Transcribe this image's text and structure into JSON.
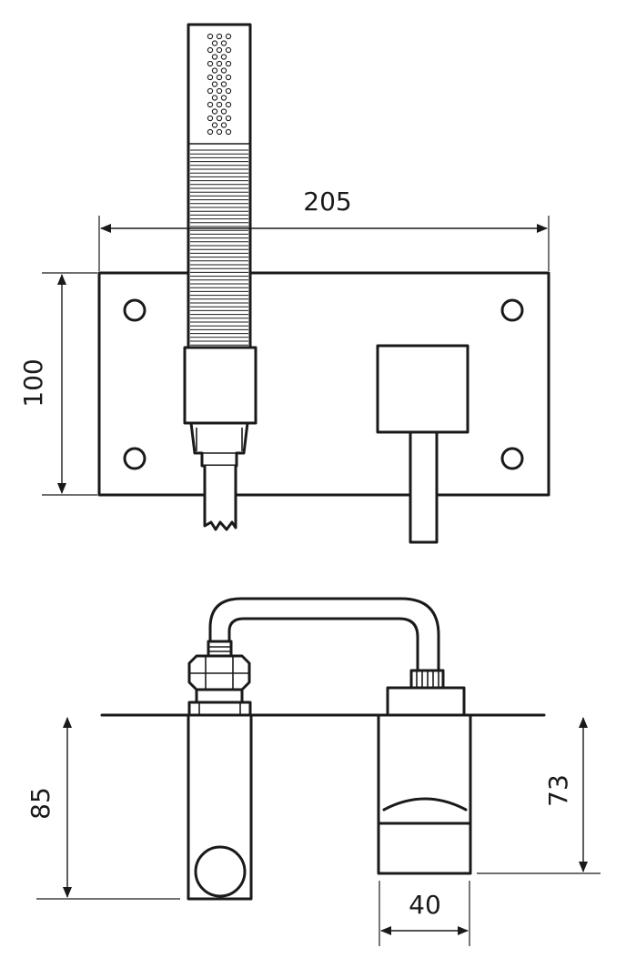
{
  "dimensions": {
    "front_width": "205",
    "front_height": "100",
    "side_depth_left": "85",
    "side_depth_right": "73",
    "side_width": "40"
  }
}
